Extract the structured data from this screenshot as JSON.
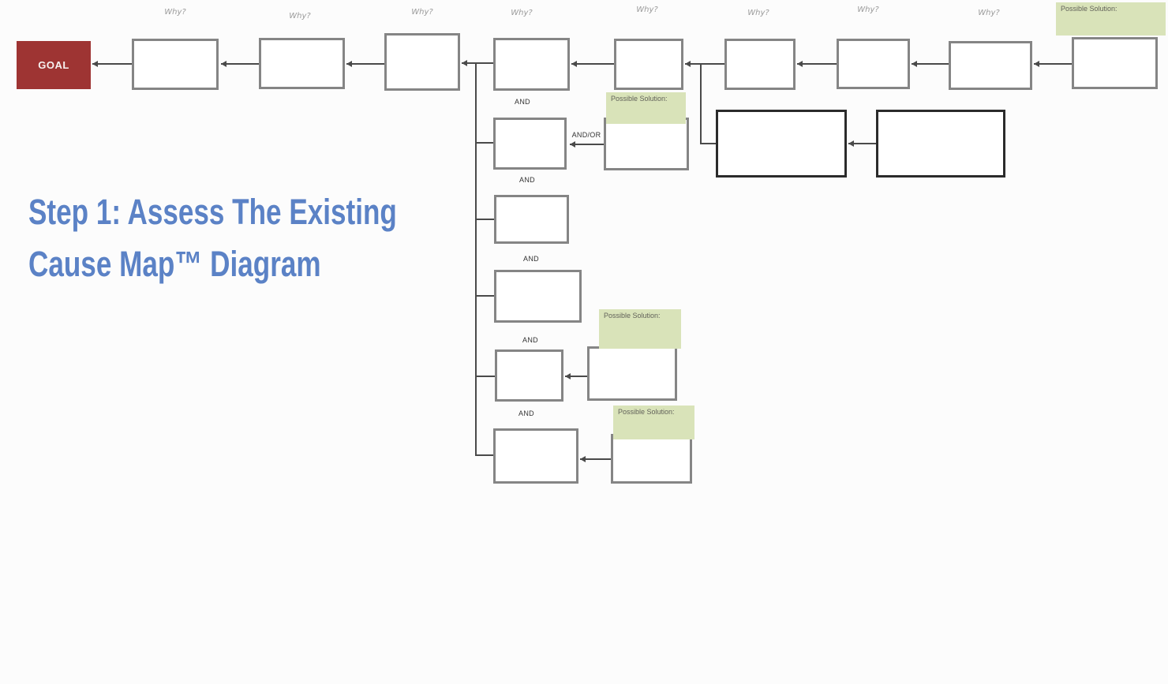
{
  "title": {
    "line1": "Step 1: Assess The Existing",
    "line2": "Cause Map™ Diagram"
  },
  "goal": {
    "label": "GOAL"
  },
  "labels": {
    "why": "Why?",
    "and": "AND",
    "and_or": "AND/OR",
    "possible_solution": "Possible Solution:"
  },
  "colors": {
    "title-color": "#5b82c6",
    "goal-bg": "#9e3433",
    "box-border": "#858585",
    "emphasis-box-border": "#2b2b2b",
    "connector": "#4a4a4a",
    "solution-bg": "#d9e3b9",
    "solution-text": "#62625a",
    "why-text": "#9a9a9a",
    "and-text": "#333333",
    "page-bg": "#fcfcfc"
  }
}
